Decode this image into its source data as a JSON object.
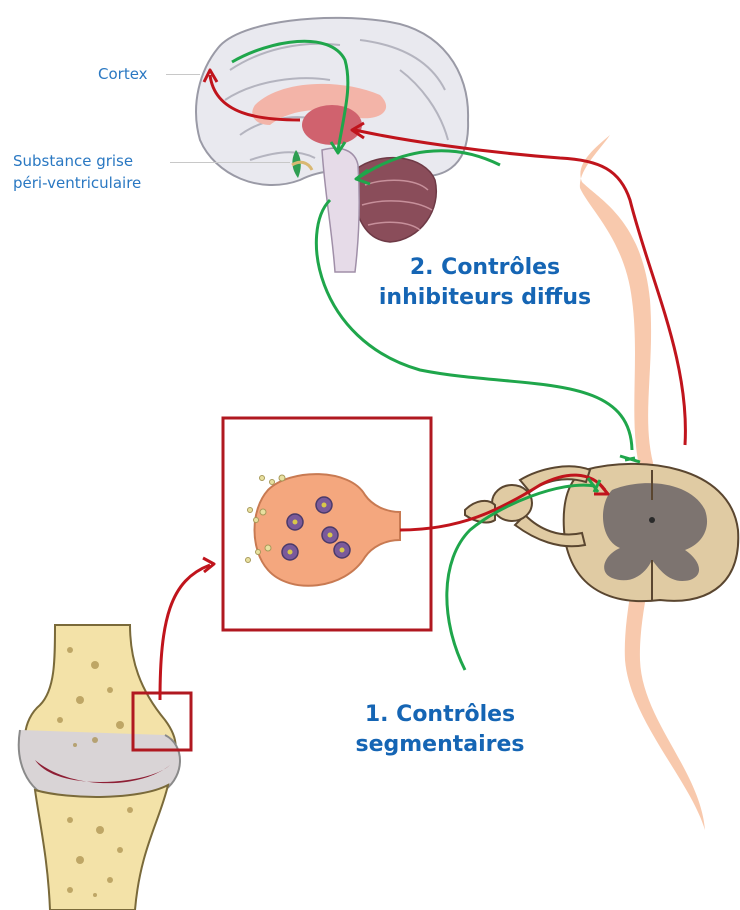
{
  "labels": {
    "cortex": "Cortex",
    "pag_line1": "Substance grise",
    "pag_line2": "péri-ventriculaire"
  },
  "titles": {
    "inhib_line1": "2. Contrôles",
    "inhib_line2": "inhibiteurs diffus",
    "seg_line1": "1. Contrôles",
    "seg_line2": "segmentaires"
  },
  "colors": {
    "ascending_pathway": "#c0141c",
    "descending_pathway": "#1fa64b",
    "label_text": "#2a78c2",
    "title_text": "#1565b4",
    "box_outline": "#b01820"
  }
}
